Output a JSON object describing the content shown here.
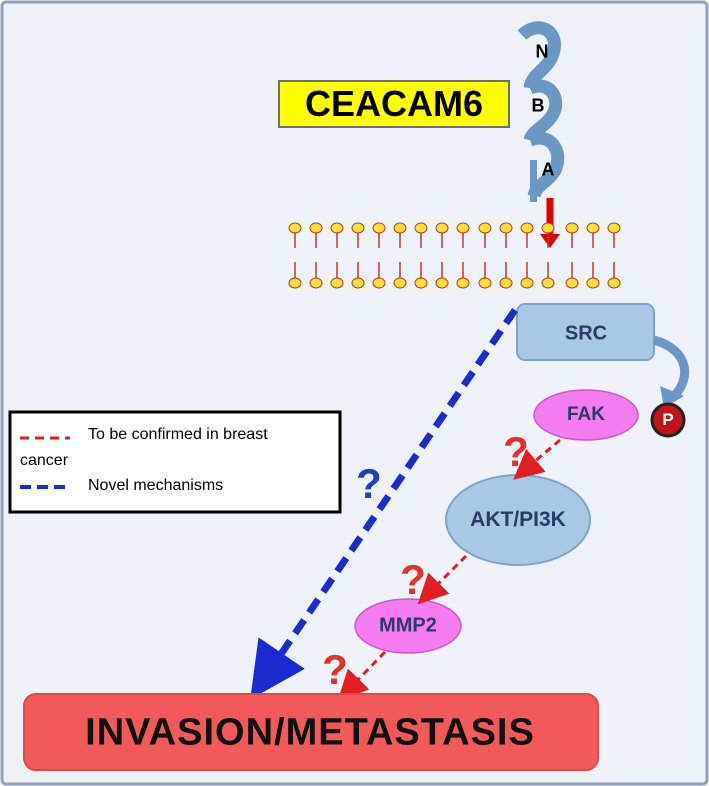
{
  "protein": {
    "name": "CEACAM6",
    "domains": [
      "N",
      "B",
      "A"
    ]
  },
  "nodes": {
    "src": "SRC",
    "fak": "FAK",
    "akt": "AKT/PI3K",
    "mmp2": "MMP2",
    "phospho": "P",
    "outcome": "INVASION/METASTASIS"
  },
  "unknown_marks": {
    "novel": "?",
    "fak_akt": "?",
    "akt_mmp2": "?",
    "mmp2_invasion": "?"
  },
  "legend": {
    "items": [
      {
        "label_line1": "To be confirmed in breast",
        "label_line2": "cancer",
        "color": "#e02020"
      },
      {
        "label_line1": "Novel mechanisms",
        "label_line2": "",
        "color": "#1a2bd0"
      }
    ]
  },
  "colors": {
    "background": "#eef1f8",
    "border": "#8fa0b8",
    "protein_box": "#ffff00",
    "domain": "#6b97c4",
    "lipid_head": "#ffe033",
    "membrane_arrow": "#e00000",
    "src_box": "#a9c8e6",
    "fak_ellipse": "#f47cf0",
    "akt_ellipse": "#a9c8e6",
    "outcome_box": "#f25a5a",
    "question_red": "#e53030",
    "question_blue": "#1f3fbf"
  }
}
